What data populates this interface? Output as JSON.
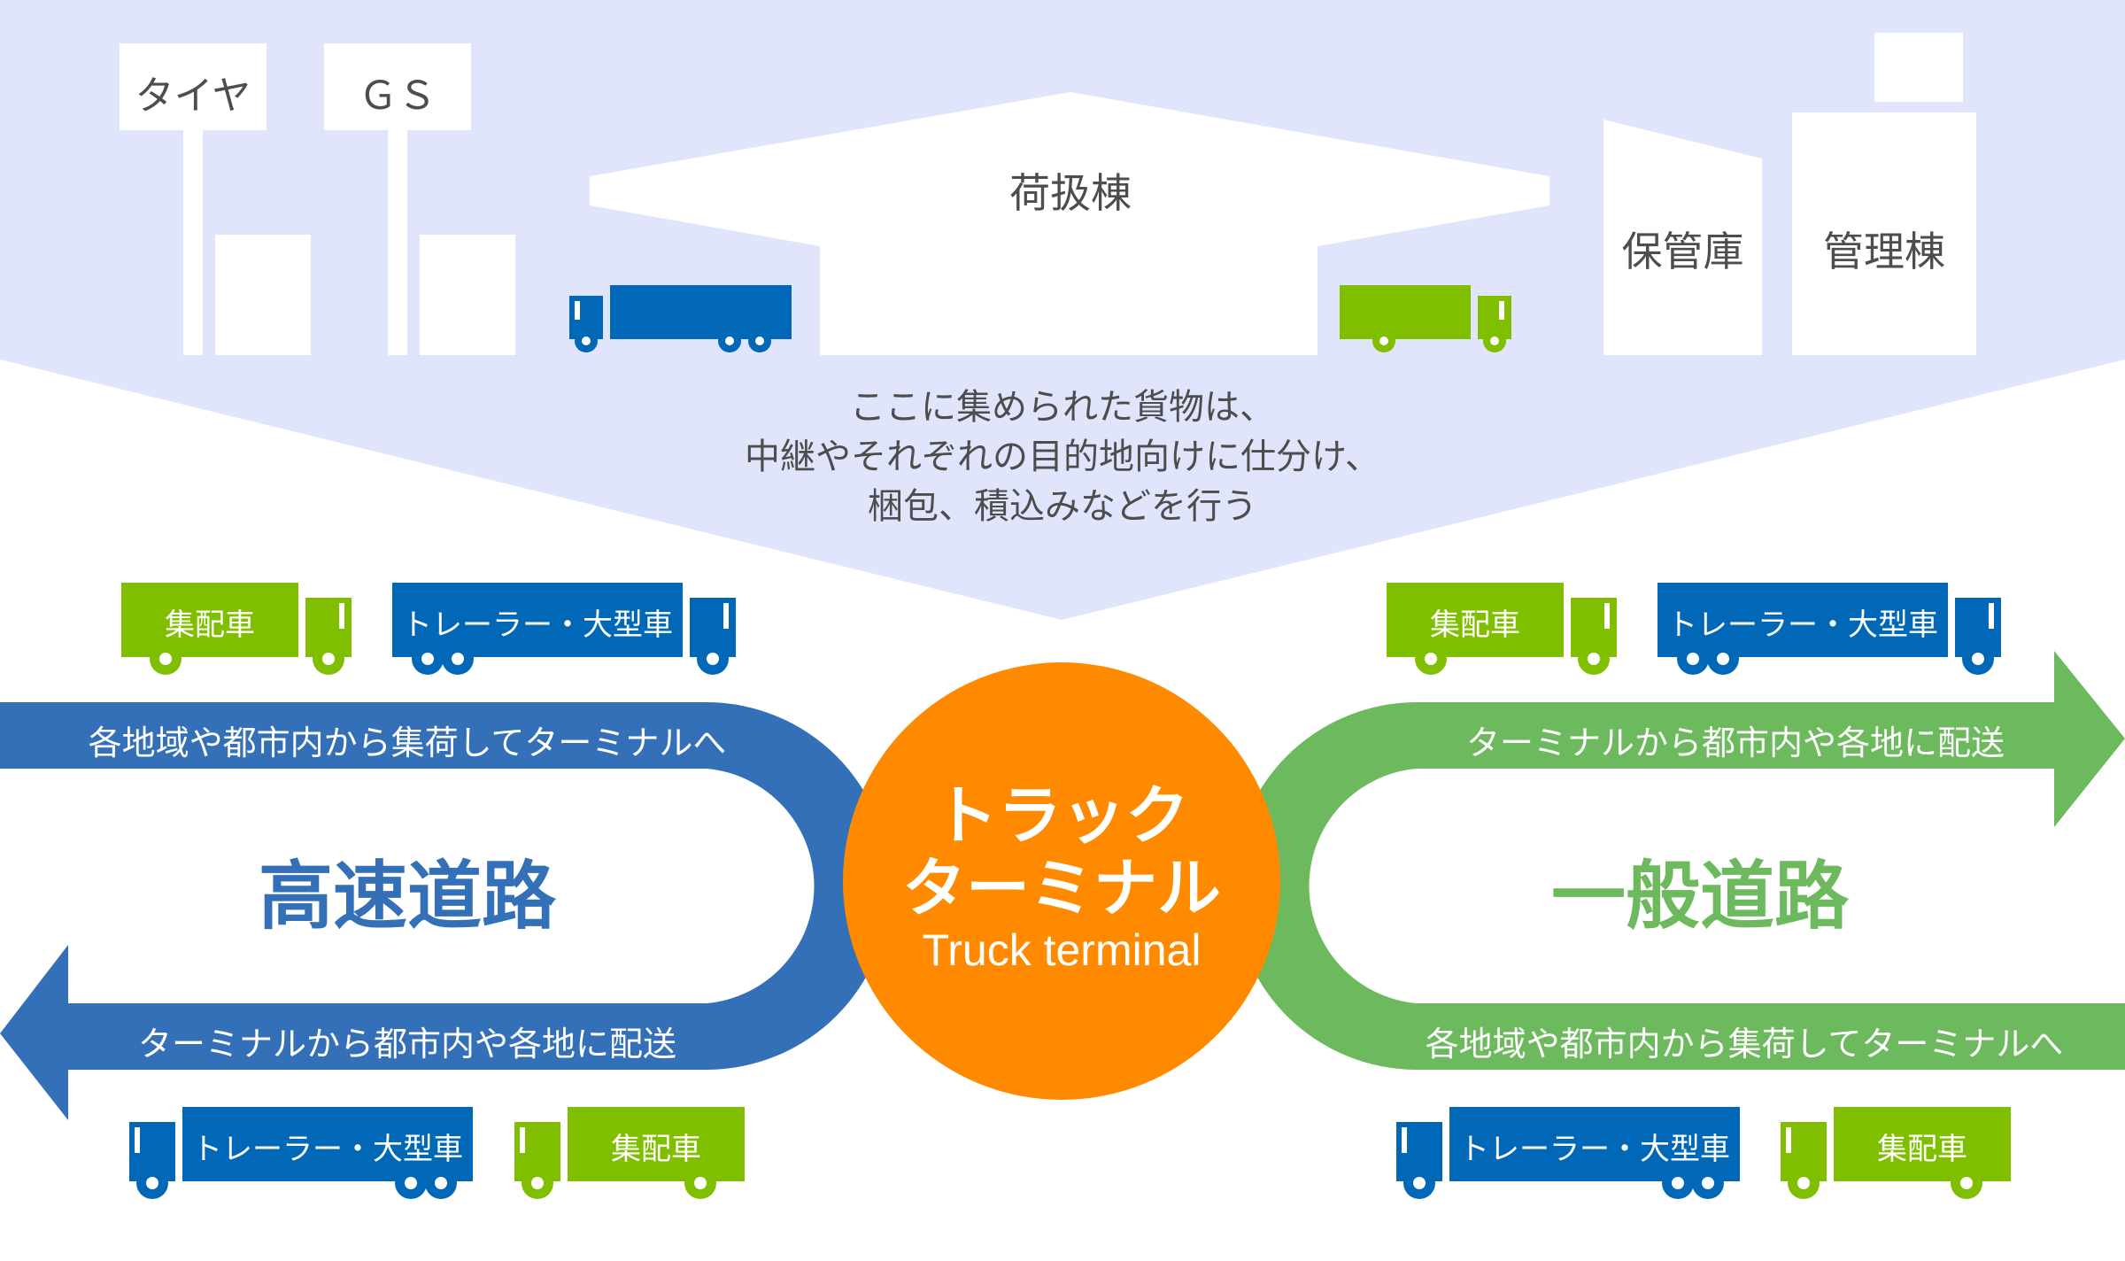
{
  "colors": {
    "facility_bg": "#e0e5fc",
    "white": "#ffffff",
    "text_dark": "#4d4d4d",
    "truck_blue": "#0068b7",
    "truck_green": "#80bf00",
    "expressway_blue": "#3470b8",
    "general_road_green": "#6cb95e",
    "terminal_orange": "#ff8a00"
  },
  "facilities": {
    "tire_sign": "タイヤ",
    "gs_sign": "ＧＳ",
    "handling_building": "荷扱棟",
    "storage": "保管庫",
    "management_building": "管理棟"
  },
  "description": {
    "lines": [
      "ここに集められた貨物は、",
      "中継やそれぞれの目的地向けに仕分け、",
      "梱包、積込みなどを行う"
    ]
  },
  "vehicles": {
    "collection_delivery": "集配車",
    "trailer_large": "トレーラー・大型車"
  },
  "terminal": {
    "title_line1": "トラック",
    "title_line2": "ターミナル",
    "subtitle": "Truck terminal"
  },
  "expressway": {
    "title": "高速道路",
    "inbound": "各地域や都市内から集荷してターミナルへ",
    "outbound": "ターミナルから都市内や各地に配送"
  },
  "general_road": {
    "title": "一般道路",
    "outbound": "ターミナルから都市内や各地に配送",
    "inbound": "各地域や都市内から集荷してターミナルへ"
  }
}
